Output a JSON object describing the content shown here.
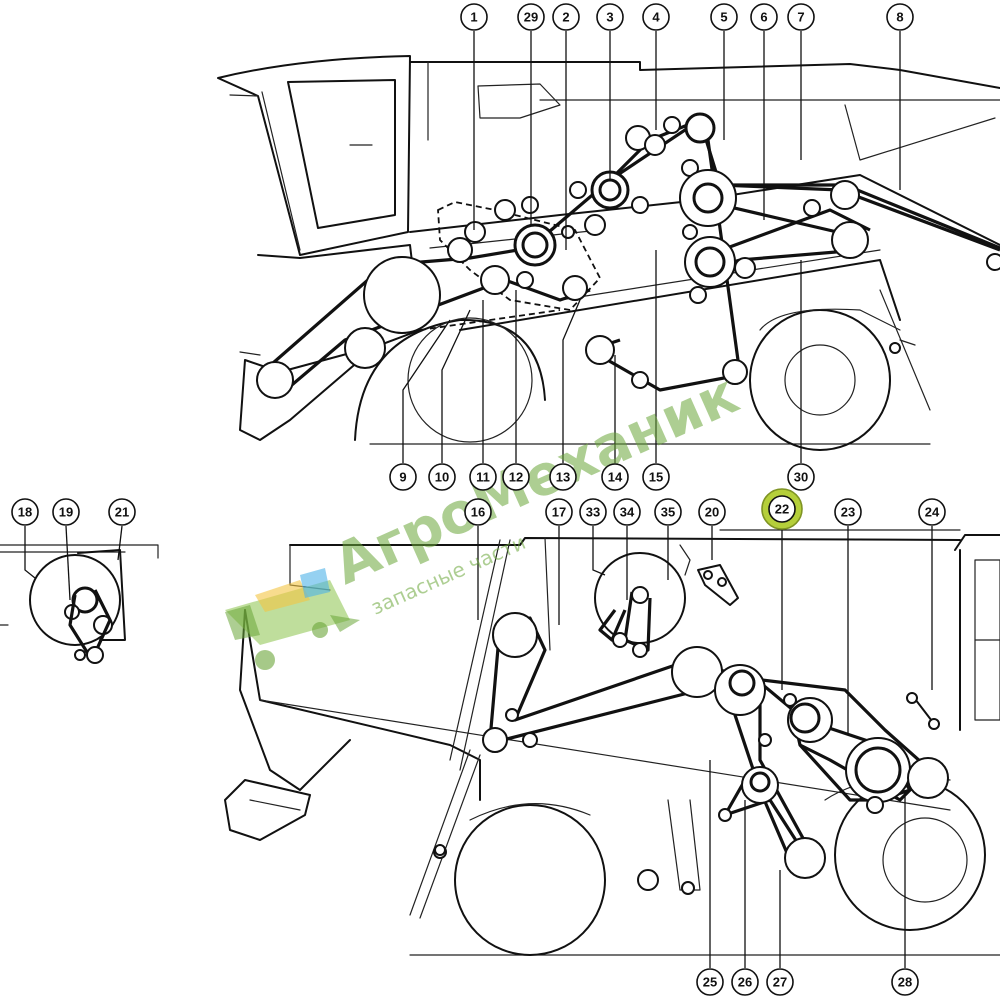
{
  "callouts": {
    "n1": "1",
    "n2": "2",
    "n3": "3",
    "n4": "4",
    "n5": "5",
    "n6": "6",
    "n7": "7",
    "n8": "8",
    "n9": "9",
    "n10": "10",
    "n11": "11",
    "n12": "12",
    "n13": "13",
    "n14": "14",
    "n15": "15",
    "n16": "16",
    "n17": "17",
    "n18": "18",
    "n19": "19",
    "n20": "20",
    "n21": "21",
    "n22": "22",
    "n23": "23",
    "n24": "24",
    "n25": "25",
    "n26": "26",
    "n27": "27",
    "n28": "28",
    "n29": "29",
    "n30": "30",
    "n33": "33",
    "n34": "34",
    "n35": "35"
  },
  "highlighted_callout": "22",
  "highlight_color": "#b5cf3a",
  "watermark": {
    "brand": "АгроМеханик",
    "tagline": "запасные части",
    "color": "#6aa538",
    "logo_icon": "combine-harvester-icon"
  }
}
